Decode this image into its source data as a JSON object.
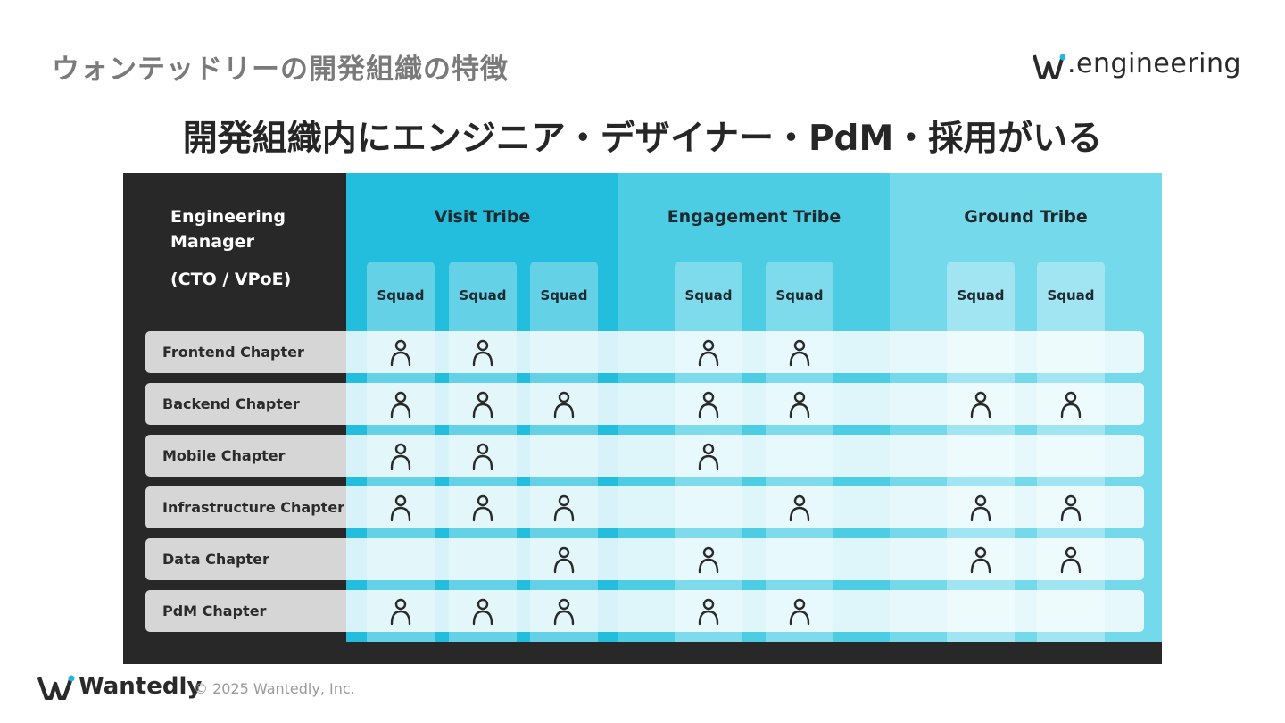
{
  "header": {
    "page_title": "ウォンテッドリーの開発組織の特徴",
    "logo_text": ".engineering",
    "main_heading": "開発組織内にエンジニア・デザイナー・PdM・採用がいる"
  },
  "colors": {
    "dark": "#282828",
    "visit_tribe": "#23bedd",
    "engagement_tribe": "#4ccde4",
    "ground_tribe": "#74d9ea",
    "brand_cyan": "#21b6dd"
  },
  "org": {
    "manager_line1": "Engineering",
    "manager_line2": "Manager",
    "manager_line3": "(CTO / VPoE)",
    "tribes": [
      {
        "name": "Visit Tribe",
        "squads": [
          "Squad",
          "Squad",
          "Squad"
        ]
      },
      {
        "name": "Engagement Tribe",
        "squads": [
          "Squad",
          "Squad"
        ]
      },
      {
        "name": "Ground Tribe",
        "squads": [
          "Squad",
          "Squad"
        ]
      }
    ],
    "chapters": [
      {
        "name": "Frontend Chapter",
        "members": [
          1,
          1,
          0,
          1,
          1,
          0,
          0
        ]
      },
      {
        "name": "Backend Chapter",
        "members": [
          1,
          1,
          1,
          1,
          1,
          1,
          1
        ]
      },
      {
        "name": "Mobile Chapter",
        "members": [
          1,
          1,
          0,
          1,
          0,
          0,
          0
        ]
      },
      {
        "name": "Infrastructure Chapter",
        "members": [
          1,
          1,
          1,
          0,
          1,
          1,
          1
        ]
      },
      {
        "name": "Data Chapter",
        "members": [
          0,
          0,
          1,
          1,
          0,
          1,
          1
        ]
      },
      {
        "name": "PdM  Chapter",
        "members": [
          1,
          1,
          1,
          1,
          1,
          0,
          0
        ]
      }
    ],
    "member_icon": "person-icon"
  },
  "footer": {
    "brand": "Wantedly",
    "copyright": "© 2025 Wantedly, Inc."
  }
}
